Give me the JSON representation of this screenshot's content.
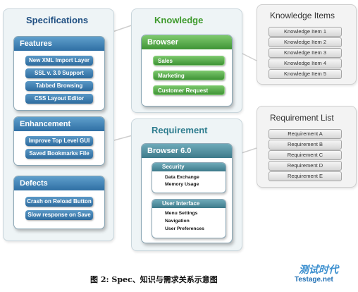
{
  "specifications": {
    "title": "Specifications",
    "features": {
      "title": "Features",
      "items": [
        "New XML Import Layer",
        "SSL v. 3.0 Support",
        "Tabbed Browsing",
        "CSS Layout Editor"
      ]
    },
    "enhancement": {
      "title": "Enhancement",
      "items": [
        "Improve Top Level GUI",
        "Saved Bookmarks File"
      ]
    },
    "defects": {
      "title": "Defects",
      "items": [
        "Crash on Reload Button",
        "Slow response on Save"
      ]
    }
  },
  "knowledge": {
    "title": "Knowledge",
    "browser": {
      "title": "Browser",
      "items": [
        "Sales",
        "Marketing",
        "Customer Request"
      ]
    }
  },
  "knowledge_items": {
    "title": "Knowledge Items",
    "items": [
      "Knowledge Item 1",
      "Knowledge Item 2",
      "Knowledge Item 3",
      "Knowledge Item 4",
      "Knowledge Item 5"
    ]
  },
  "requirement": {
    "title": "Requirement",
    "browser6": {
      "title": "Browser 6.0",
      "security": {
        "title": "Security",
        "items": [
          "Data Exchange",
          "Memory Usage"
        ]
      },
      "user_interface": {
        "title": "User Interface",
        "items": [
          "Menu Settings",
          "Navigation",
          "User Preferences"
        ]
      }
    }
  },
  "requirement_list": {
    "title": "Requirement List",
    "items": [
      "Requirement A",
      "Requirement B",
      "Requirement C",
      "Requirement D",
      "Requirement E"
    ]
  },
  "caption": "图 2:  Spec、知识与需求关系示意图",
  "watermark": {
    "top": "测试时代",
    "bottom": "Testage.net"
  },
  "colors": {
    "title_blue": "#1f4f82",
    "title_green": "#3e9a2c",
    "title_teal": "#2f7d8f"
  }
}
